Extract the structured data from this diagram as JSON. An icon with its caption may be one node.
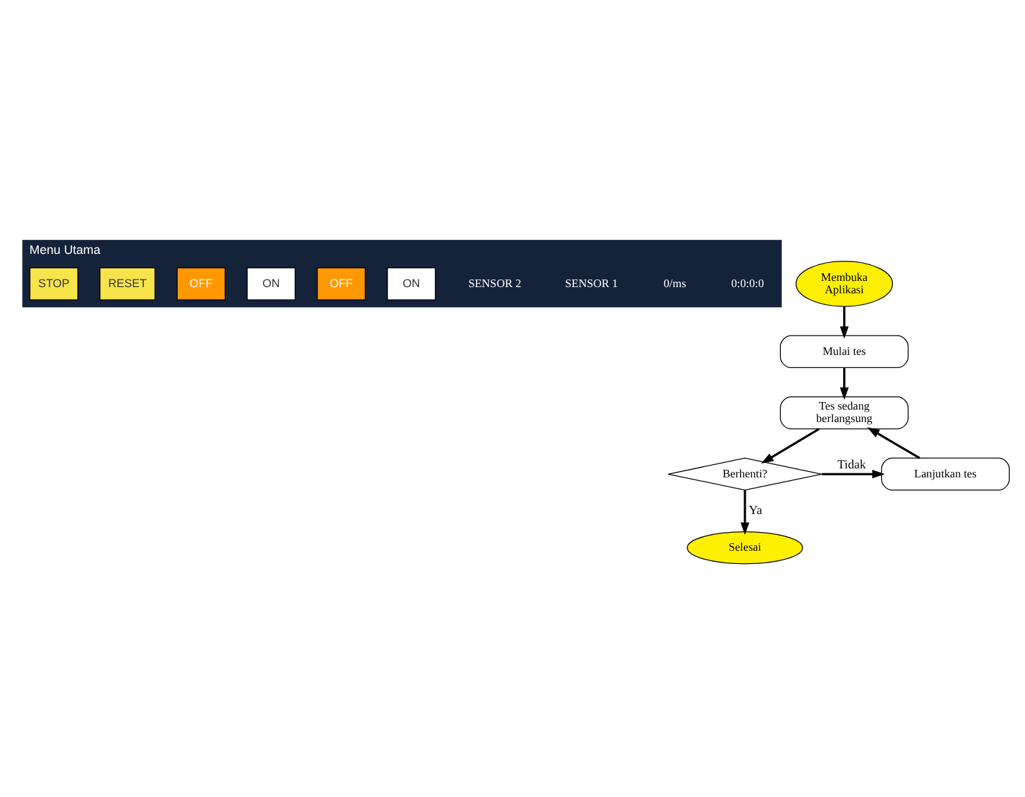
{
  "diagram": {
    "nodes": [
      {
        "text": [
          "Menu Utama"
        ]
      },
      {
        "text": [
          "ON"
        ],
        "in": 0
      },
      {
        "text": [
          "OFF"
        ],
        "in": 0
      },
      {
        "text": [
          "ON"
        ],
        "in": 0
      },
      {
        "text": [
          "OFF"
        ],
        "in": 0
      },
      {
        "text": [
          "RESET"
        ],
        "in": 0
      },
      {
        "text": [
          "STOP"
        ],
        "in": 0
      },
      {
        "text": [
          "Membuka Aplikasi"
        ]
      },
      {
        "text": [
          "Mulai tes"
        ]
      },
      {
        "text": [
          "Tes sedang berlangsung"
        ]
      },
      {
        "text": [
          "Berhenti?"
        ]
      },
      {
        "text": [
          "Lanjutkan tes"
        ]
      },
      {
        "text": [
          "Selesai"
        ]
      }
    ],
    "edges": [
      {
        "from": 7,
        "to": 8,
        "arrow": "to"
      },
      {
        "from": 8,
        "to": 9,
        "arrow": "to"
      },
      {
        "from": 9,
        "to": 10,
        "arrow": "to"
      },
      {
        "from": 10,
        "to": 11,
        "label": "Tidak",
        "arrow": "to"
      },
      {
        "from": 11,
        "to": 9,
        "arrow": "to"
      },
      {
        "from": 10,
        "to": 12,
        "label": "Ya",
        "arrow": "to"
      }
    ],
    "labels": [
      "0:0:0:0",
      "0/ms",
      "SENSOR 1",
      "SENSOR 2"
    ]
  }
}
